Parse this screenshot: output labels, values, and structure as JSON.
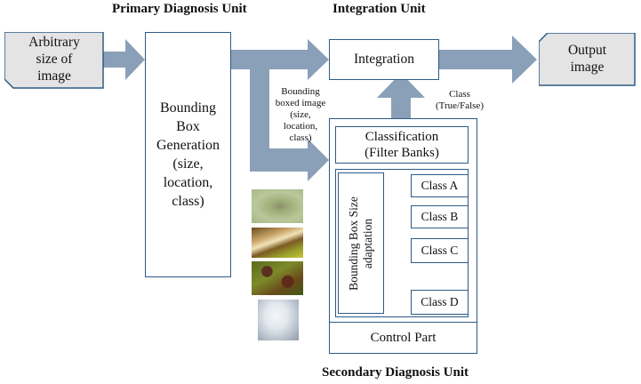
{
  "headings": {
    "primary": "Primary Diagnosis Unit",
    "integration": "Integration Unit",
    "secondary": "Secondary Diagnosis Unit"
  },
  "input": {
    "lines": [
      "Arbitrary",
      "size of",
      "image"
    ]
  },
  "output": {
    "lines": [
      "Output",
      "image"
    ]
  },
  "bbox_gen": {
    "lines": [
      "Bounding",
      "Box",
      "Generation",
      "(size,",
      "location,",
      "class)"
    ]
  },
  "integration": {
    "label": "Integration"
  },
  "bbox_note": {
    "lines": [
      "Bounding",
      "boxed image",
      "(size,",
      "location,",
      "class)"
    ]
  },
  "class_note": {
    "lines": [
      "Class",
      "(True/False)"
    ]
  },
  "classification": {
    "lines": [
      "Classification",
      "(Filter Banks)"
    ]
  },
  "adaptation": {
    "lines": [
      "Bounding Box Size",
      "adaptation"
    ]
  },
  "classes": [
    "Class A",
    "Class B",
    "Class C",
    "Class D"
  ],
  "control": {
    "label": "Control Part"
  },
  "colors": {
    "arrow": "#8aa0b8",
    "border": "#2f5a86",
    "line": "#3a6aa0",
    "io_fill": "#e4e4e4"
  }
}
